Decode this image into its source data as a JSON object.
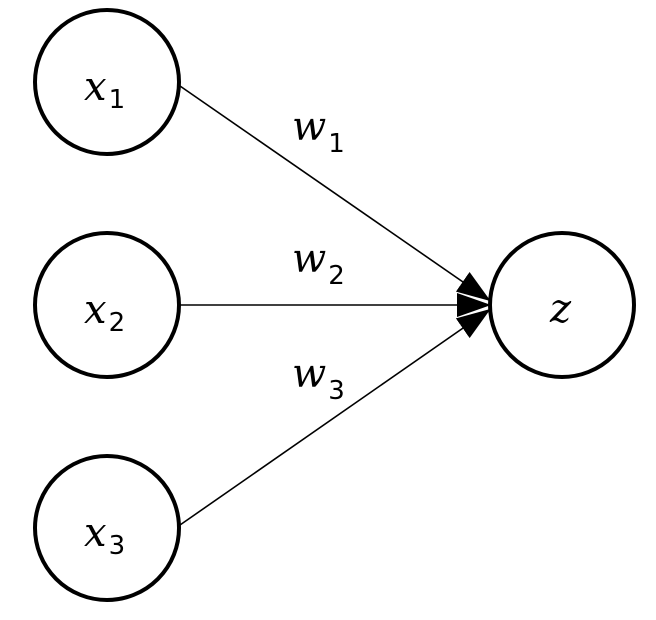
{
  "nodes": {
    "x1": {
      "var": "x",
      "sub": "1"
    },
    "x2": {
      "var": "x",
      "sub": "2"
    },
    "x3": {
      "var": "x",
      "sub": "3"
    },
    "z": {
      "var": "z",
      "sub": ""
    }
  },
  "edges": {
    "w1": {
      "var": "w",
      "sub": "1"
    },
    "w2": {
      "var": "w",
      "sub": "2"
    },
    "w3": {
      "var": "w",
      "sub": "3"
    }
  },
  "colors": {
    "stroke": "#000000",
    "background": "#ffffff"
  }
}
